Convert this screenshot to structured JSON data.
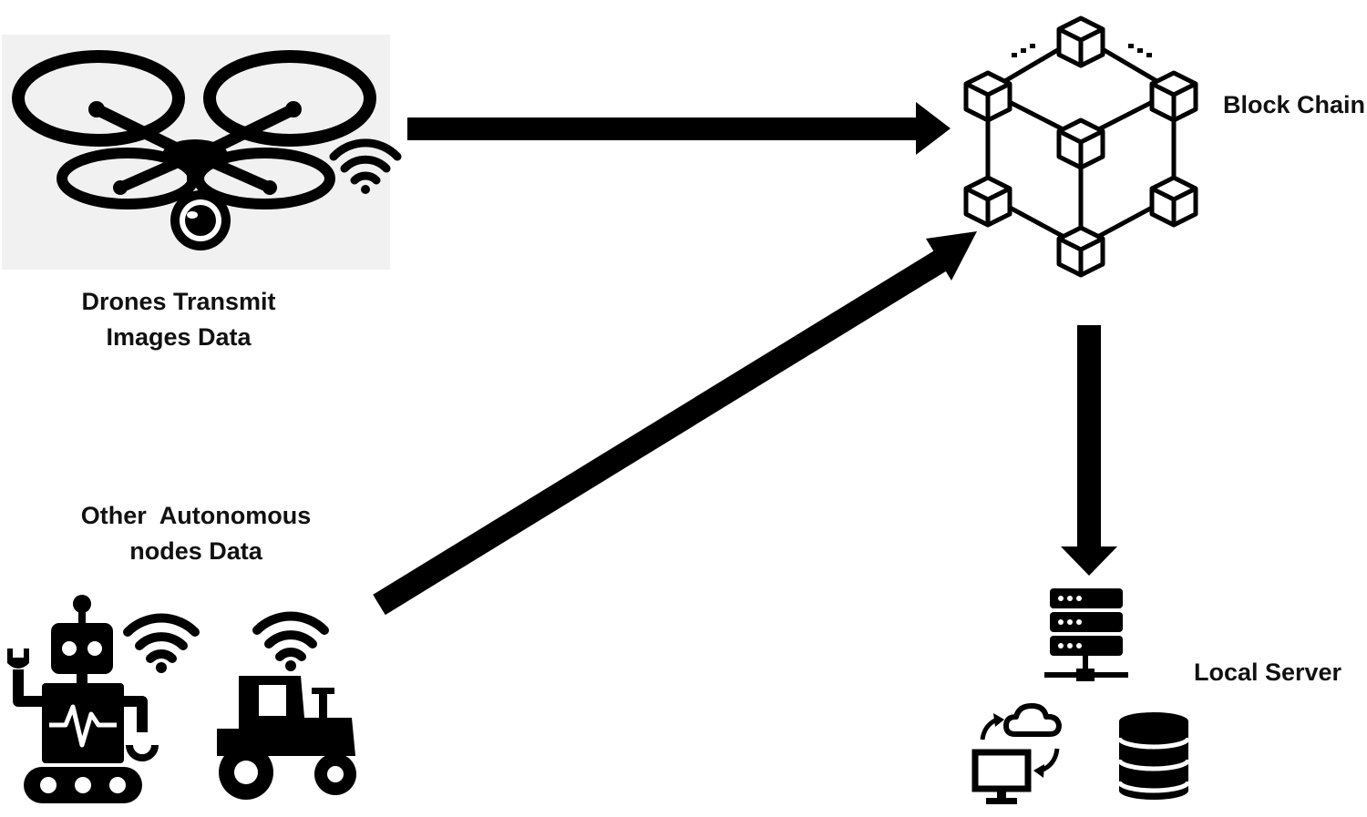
{
  "diagram": {
    "nodes": {
      "drones": {
        "label_lines": [
          "Drones Transmit",
          "Images Data"
        ],
        "icons": [
          "drone-icon",
          "wifi-icon"
        ]
      },
      "blockchain": {
        "label": "Block Chain",
        "icon": "blockchain-network-icon"
      },
      "autonomous": {
        "label_lines": [
          "Other  Autonomous",
          "nodes Data"
        ],
        "icons": [
          "robot-icon",
          "wifi-icon",
          "tractor-icon",
          "wifi-icon"
        ]
      },
      "server": {
        "label": "Local Server",
        "icons": [
          "server-rack-icon",
          "cloud-sync-computer-icon",
          "database-icon"
        ]
      }
    },
    "edges": [
      {
        "from": "drones",
        "to": "blockchain"
      },
      {
        "from": "autonomous",
        "to": "blockchain"
      },
      {
        "from": "blockchain",
        "to": "server"
      }
    ],
    "colors": {
      "ink": "#000000",
      "panel": "#f1f1f1",
      "background": "#ffffff"
    }
  }
}
